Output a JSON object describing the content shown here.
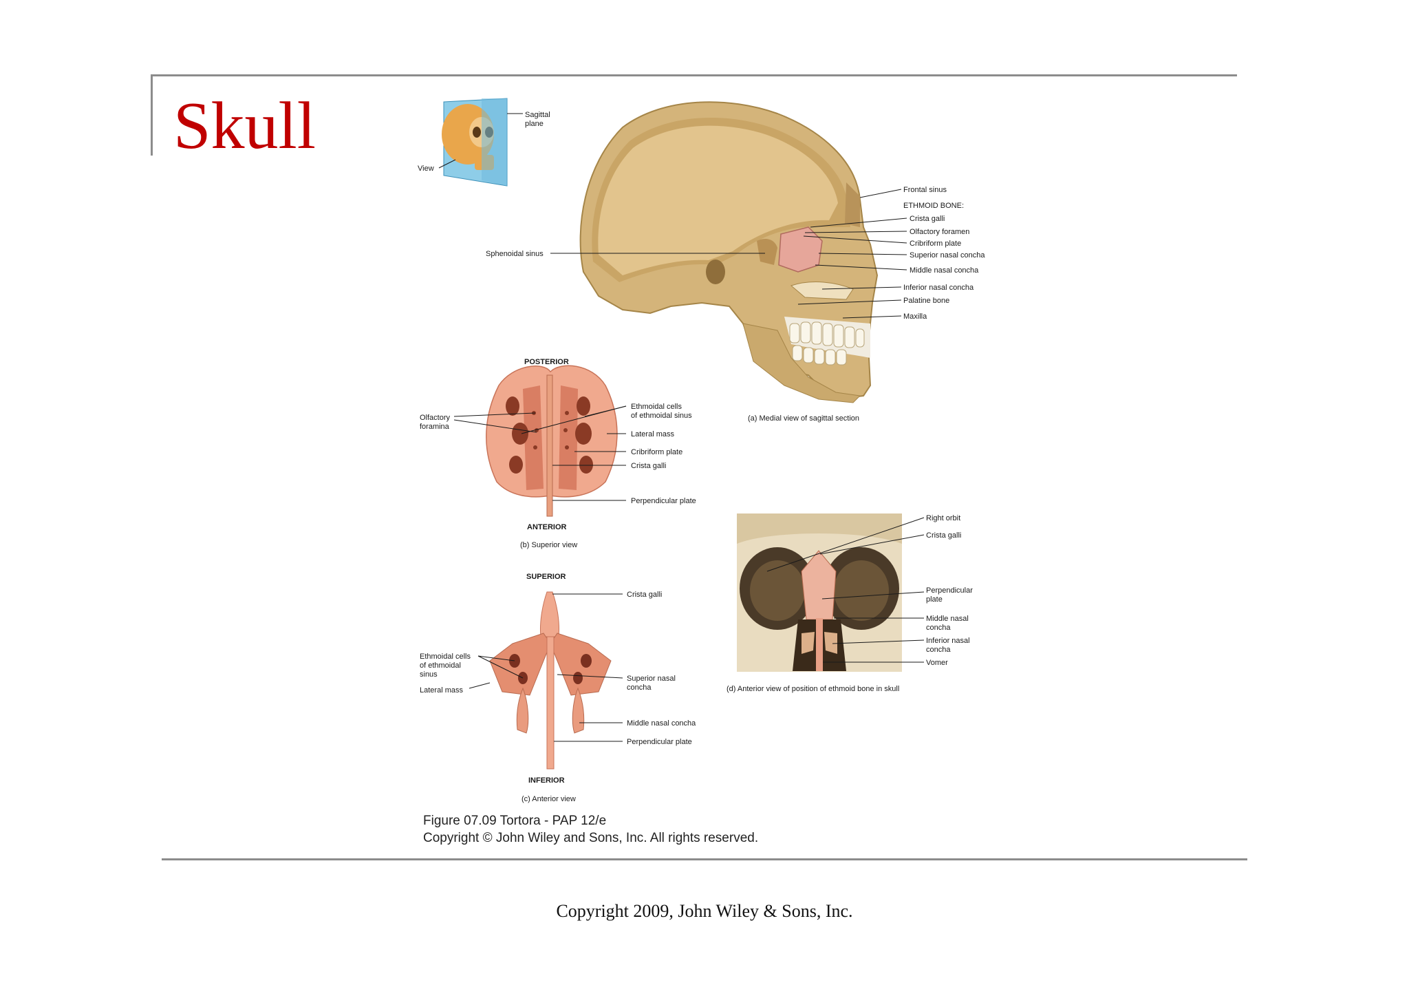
{
  "slide": {
    "title": "Skull",
    "copyright": "Copyright 2009, John Wiley & Sons, Inc."
  },
  "figure": {
    "credit_line1": "Figure 07.09  Tortora - PAP 12/e",
    "credit_line2": "Copyright © John Wiley and Sons, Inc. All rights reserved.",
    "inset": {
      "sagittal_plane_1": "Sagittal",
      "sagittal_plane_2": "plane",
      "view": "View"
    },
    "panel_a": {
      "caption": "(a) Medial view of sagittal section",
      "labels": {
        "frontal_sinus": "Frontal sinus",
        "ethmoid_bone": "ETHMOID BONE:",
        "crista_galli": "Crista galli",
        "olfactory_foramen": "Olfactory foramen",
        "cribriform_plate": "Cribriform plate",
        "superior_nasal_concha": "Superior nasal concha",
        "middle_nasal_concha": "Middle nasal concha",
        "inferior_nasal_concha": "Inferior nasal concha",
        "palatine_bone": "Palatine bone",
        "maxilla": "Maxilla",
        "sphenoidal_sinus": "Sphenoidal sinus"
      }
    },
    "panel_b": {
      "caption": "(b) Superior view",
      "top": "POSTERIOR",
      "bottom": "ANTERIOR",
      "labels": {
        "olfactory_foramina_1": "Olfactory",
        "olfactory_foramina_2": "foramina",
        "ethmoidal_cells_1": "Ethmoidal cells",
        "ethmoidal_cells_2": "of ethmoidal sinus",
        "lateral_mass": "Lateral mass",
        "cribriform_plate": "Cribriform plate",
        "crista_galli": "Crista galli",
        "perpendicular_plate": "Perpendicular plate"
      }
    },
    "panel_c": {
      "caption": "(c) Anterior view",
      "top": "SUPERIOR",
      "bottom": "INFERIOR",
      "labels": {
        "crista_galli": "Crista galli",
        "ethmoidal_cells_1": "Ethmoidal cells",
        "ethmoidal_cells_2": "of ethmoidal",
        "ethmoidal_cells_3": "sinus",
        "lateral_mass": "Lateral mass",
        "superior_nasal_concha_1": "Superior nasal",
        "superior_nasal_concha_2": "concha",
        "middle_nasal_concha": "Middle nasal concha",
        "perpendicular_plate": "Perpendicular plate"
      }
    },
    "panel_d": {
      "caption": "(d) Anterior view of position of ethmoid bone in skull",
      "labels": {
        "right_orbit": "Right orbit",
        "crista_galli": "Crista galli",
        "perpendicular_plate_1": "Perpendicular",
        "perpendicular_plate_2": "plate",
        "middle_nasal_concha_1": "Middle nasal",
        "middle_nasal_concha_2": "concha",
        "inferior_nasal_concha_1": "Inferior nasal",
        "inferior_nasal_concha_2": "concha",
        "vomer": "Vomer"
      }
    }
  }
}
